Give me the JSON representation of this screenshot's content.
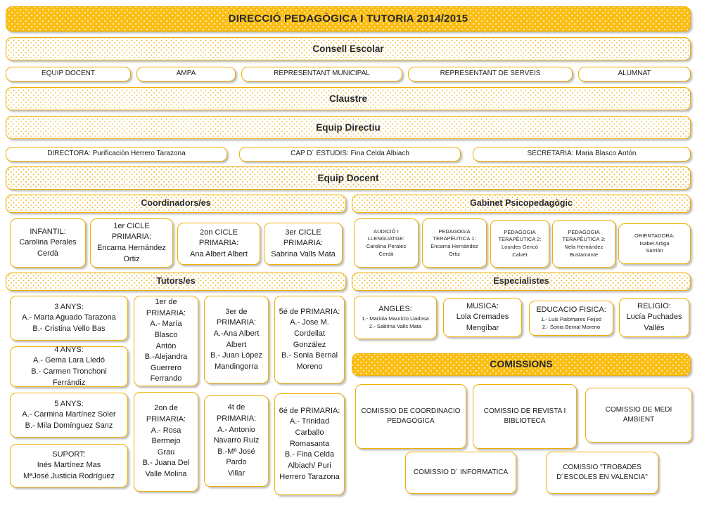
{
  "title": "DIRECCIÓ PEDAGÒGICA I TUTORIA 2014/2015",
  "colors": {
    "accent_border": "#F0B000",
    "header_fill": "#FBBE14",
    "dot_band_fill": "#FFFFFF",
    "text": "#1B1B1B"
  },
  "consell_escolar": {
    "label": "Consell Escolar",
    "members": [
      "EQUIP  DOCENT",
      "AMPA",
      "REPRESENTANT  MUNICIPAL",
      "REPRESENTANT DE SERVEIS",
      "ALUMNAT"
    ]
  },
  "claustre": {
    "label": "Claustre"
  },
  "equip_directiu": {
    "label": "Equip Directiu",
    "members": [
      {
        "role": "DIRECTORA",
        "name": "Purificación Herrero Tarazona"
      },
      {
        "role": "CAP D´ ESTUDIS",
        "name": "Fina Celda Albiach"
      },
      {
        "role": "SECRETARIA",
        "name": "Maria Blasco Antón"
      }
    ]
  },
  "equip_docent": {
    "label": "Equip Docent"
  },
  "coordinadors": {
    "label": "Coordinadors/es",
    "items": [
      {
        "lines": [
          "INFANTIL:",
          "Carolina Perales",
          "Cerdà"
        ]
      },
      {
        "lines": [
          "1er CICLE PRIMARIA:",
          "Encarna Hernández",
          "Ortiz"
        ]
      },
      {
        "lines": [
          "2on CICLE PRIMARIA:",
          "Ana Albert Albert"
        ]
      },
      {
        "lines": [
          "3er CICLE PRIMARIA:",
          "Sabrina Valls Mata"
        ]
      }
    ]
  },
  "gabinet": {
    "label": "Gabinet Psicopedagògic",
    "items": [
      {
        "lines": [
          "AUDICIÓ I",
          "LLENGUATGE:",
          "Carolina Perales",
          "Cerdà"
        ]
      },
      {
        "lines": [
          "PEDAGOGIA",
          "TERAPÈUTICA 1:",
          "Encarna Hernández",
          "Ortiz"
        ]
      },
      {
        "lines": [
          "PEDAGOGIA",
          "TERAPÈUTICA 2:",
          "Lourdes Gericó",
          "Calvet"
        ]
      },
      {
        "lines": [
          "PEDAGOGIA",
          "TERAPÈUTICA 3:",
          "Nela      Hernández",
          "Bustamante"
        ]
      },
      {
        "lines": [
          "ORIENTADORA:",
          "Isabel        Artiga",
          "Sarrión"
        ]
      }
    ]
  },
  "tutors": {
    "label": "Tutors/es",
    "column1": [
      {
        "lines": [
          "3 ANYS:",
          "A.- Marta Aguado Tarazona",
          "B.- Cristina Vello Bas"
        ]
      },
      {
        "lines": [
          "4 ANYS:",
          "A.- Gema Lara Lledó",
          "B.- Carmen Tronchoni Ferrándiz"
        ]
      },
      {
        "lines": [
          "5 ANYS:",
          "A.- Carmina Martínez Soler",
          "B.- Mila Domínguez Sanz"
        ]
      },
      {
        "lines": [
          "SUPORT:",
          "Inés Martínez Mas",
          "MªJosé Justicia Rodríguez"
        ]
      }
    ],
    "column2": [
      {
        "lines": [
          "1er de",
          "PRIMARIA:",
          "A.- María Blasco",
          "Antón",
          "B.-Alejandra",
          "Guerrero",
          "Ferrando"
        ]
      },
      {
        "lines": [
          "2on de",
          "PRIMARIA:",
          "A.- Rosa Bermejo",
          "Grau",
          "B.- Juana Del",
          "Valle Molina"
        ]
      }
    ],
    "column3": [
      {
        "lines": [
          "3er de",
          "PRIMARIA:",
          "A.-Ana Albert",
          "Albert",
          "B.- Juan López",
          "Mandingorra"
        ]
      },
      {
        "lines": [
          "4t de PRIMARIA:",
          "A.- Antonio",
          "Navarro Ruíz",
          "B.-Mº José Pardo",
          "Villar"
        ]
      }
    ],
    "column4": [
      {
        "lines": [
          "5é  de PRIMARIA:",
          "A.- Jose M.",
          "Cordellat",
          "González",
          "B.- Sonia Bernal",
          "Moreno"
        ]
      },
      {
        "lines": [
          "6é de PRIMARIA:",
          "A.- Trinidad",
          "Carballo",
          "Romasanta",
          "B.- Fina Celda",
          "Albiach/ Puri",
          "Herrero Tarazona"
        ]
      }
    ]
  },
  "especialistes": {
    "label": "Especialistes",
    "items": [
      {
        "title": "ANGLES:",
        "lines": [
          "1.- Mariola Mauricio Lladosa",
          "2.- Sabrina Valls Mata"
        ]
      },
      {
        "title": "MUSICA:",
        "lines": [
          "Lola Cremades",
          "Mengíbar"
        ]
      },
      {
        "title": "EDUCACIO FISICA:",
        "lines": [
          "1.- Luis Palomares Feijoó",
          "2.- Sonia Bernal Moreno"
        ]
      },
      {
        "title": "RELIGIO:",
        "lines": [
          "Lucía Puchades Vallés"
        ]
      }
    ]
  },
  "comissions": {
    "label": "COMISSIONS",
    "items": [
      {
        "lines": [
          "COMISSIO DE COORDINACIO",
          "PEDAGOGICA"
        ]
      },
      {
        "lines": [
          "COMISSIO DE REVISTA I",
          "BIBLIOTECA"
        ]
      },
      {
        "lines": [
          "COMISSIO DE MEDI AMBIENT"
        ]
      },
      {
        "lines": [
          "COMISSIO D´ INFORMATICA"
        ]
      },
      {
        "lines": [
          "COMISSIO \"TROBADES",
          "D´ESCOLES EN VALENCIA\""
        ]
      }
    ]
  }
}
